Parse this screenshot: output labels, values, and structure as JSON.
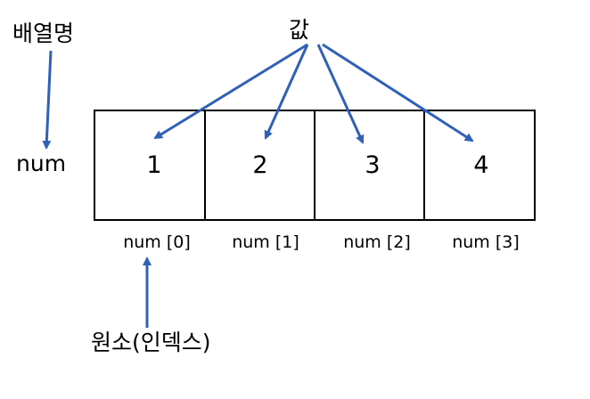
{
  "labels": {
    "array_name": "배열명",
    "values": "값",
    "element_index": "원소(인덱스)",
    "variable": "num"
  },
  "cells": [
    {
      "value": "1",
      "index": "num [0]"
    },
    {
      "value": "2",
      "index": "num [1]"
    },
    {
      "value": "3",
      "index": "num [2]"
    },
    {
      "value": "4",
      "index": "num [3]"
    }
  ],
  "colors": {
    "arrow": "#3060b8",
    "border": "#000000"
  }
}
